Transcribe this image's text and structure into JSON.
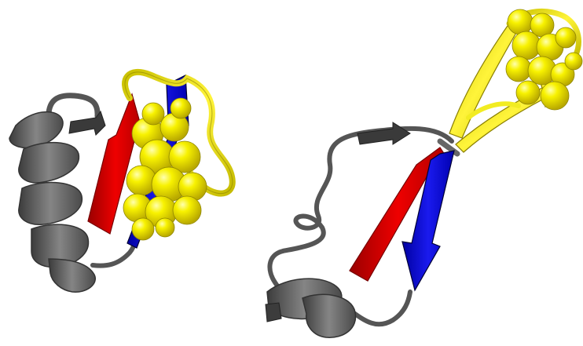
{
  "figure": {
    "background": "#ffffff",
    "colors": {
      "helix": "#6e6e6e",
      "helix_dark": "#4a4a4a",
      "coil": "#6b6b6b",
      "strand_red": "#e00000",
      "strand_blue": "#1010d8",
      "strand_yellow": "#f2ec22",
      "sphere_yellow": "#f6f000"
    },
    "structures": [
      {
        "id": "left",
        "elements": [
          "helix-ribbon",
          "gray-beta-strand",
          "red-beta-strand",
          "blue-beta-strand",
          "yellow-loop",
          "yellow-sphere-cluster"
        ]
      },
      {
        "id": "right",
        "elements": [
          "helix-ribbon",
          "gray-beta-strand",
          "red-beta-strand",
          "blue-beta-strand",
          "yellow-beta-hairpin",
          "yellow-sphere-cluster"
        ]
      }
    ]
  }
}
